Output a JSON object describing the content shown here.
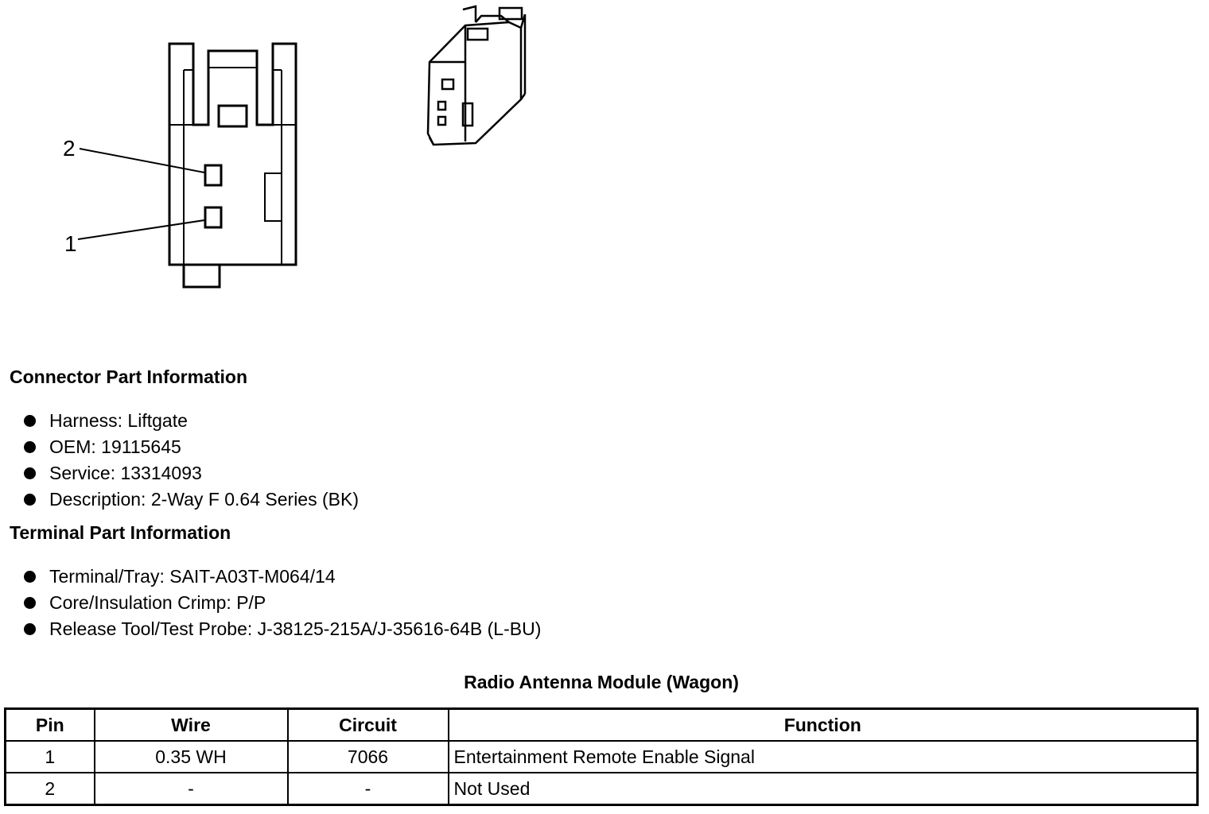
{
  "diagram": {
    "callouts": [
      "2",
      "1"
    ]
  },
  "connector": {
    "heading": "Connector Part Information",
    "items": [
      "Harness: Liftgate",
      "OEM: 19115645",
      "Service: 13314093",
      "Description: 2-Way F 0.64 Series (BK)"
    ]
  },
  "terminal": {
    "heading": "Terminal Part Information",
    "items": [
      "Terminal/Tray: SAIT-A03T-M064/14",
      "Core/Insulation Crimp: P/P",
      "Release Tool/Test Probe: J-38125-215A/J-35616-64B (L-BU)"
    ]
  },
  "table": {
    "title": "Radio Antenna Module (Wagon)",
    "headers": [
      "Pin",
      "Wire",
      "Circuit",
      "Function"
    ],
    "rows": [
      [
        "1",
        "0.35 WH",
        "7066",
        "Entertainment Remote Enable Signal"
      ],
      [
        "2",
        "-",
        "-",
        "Not Used"
      ]
    ]
  }
}
